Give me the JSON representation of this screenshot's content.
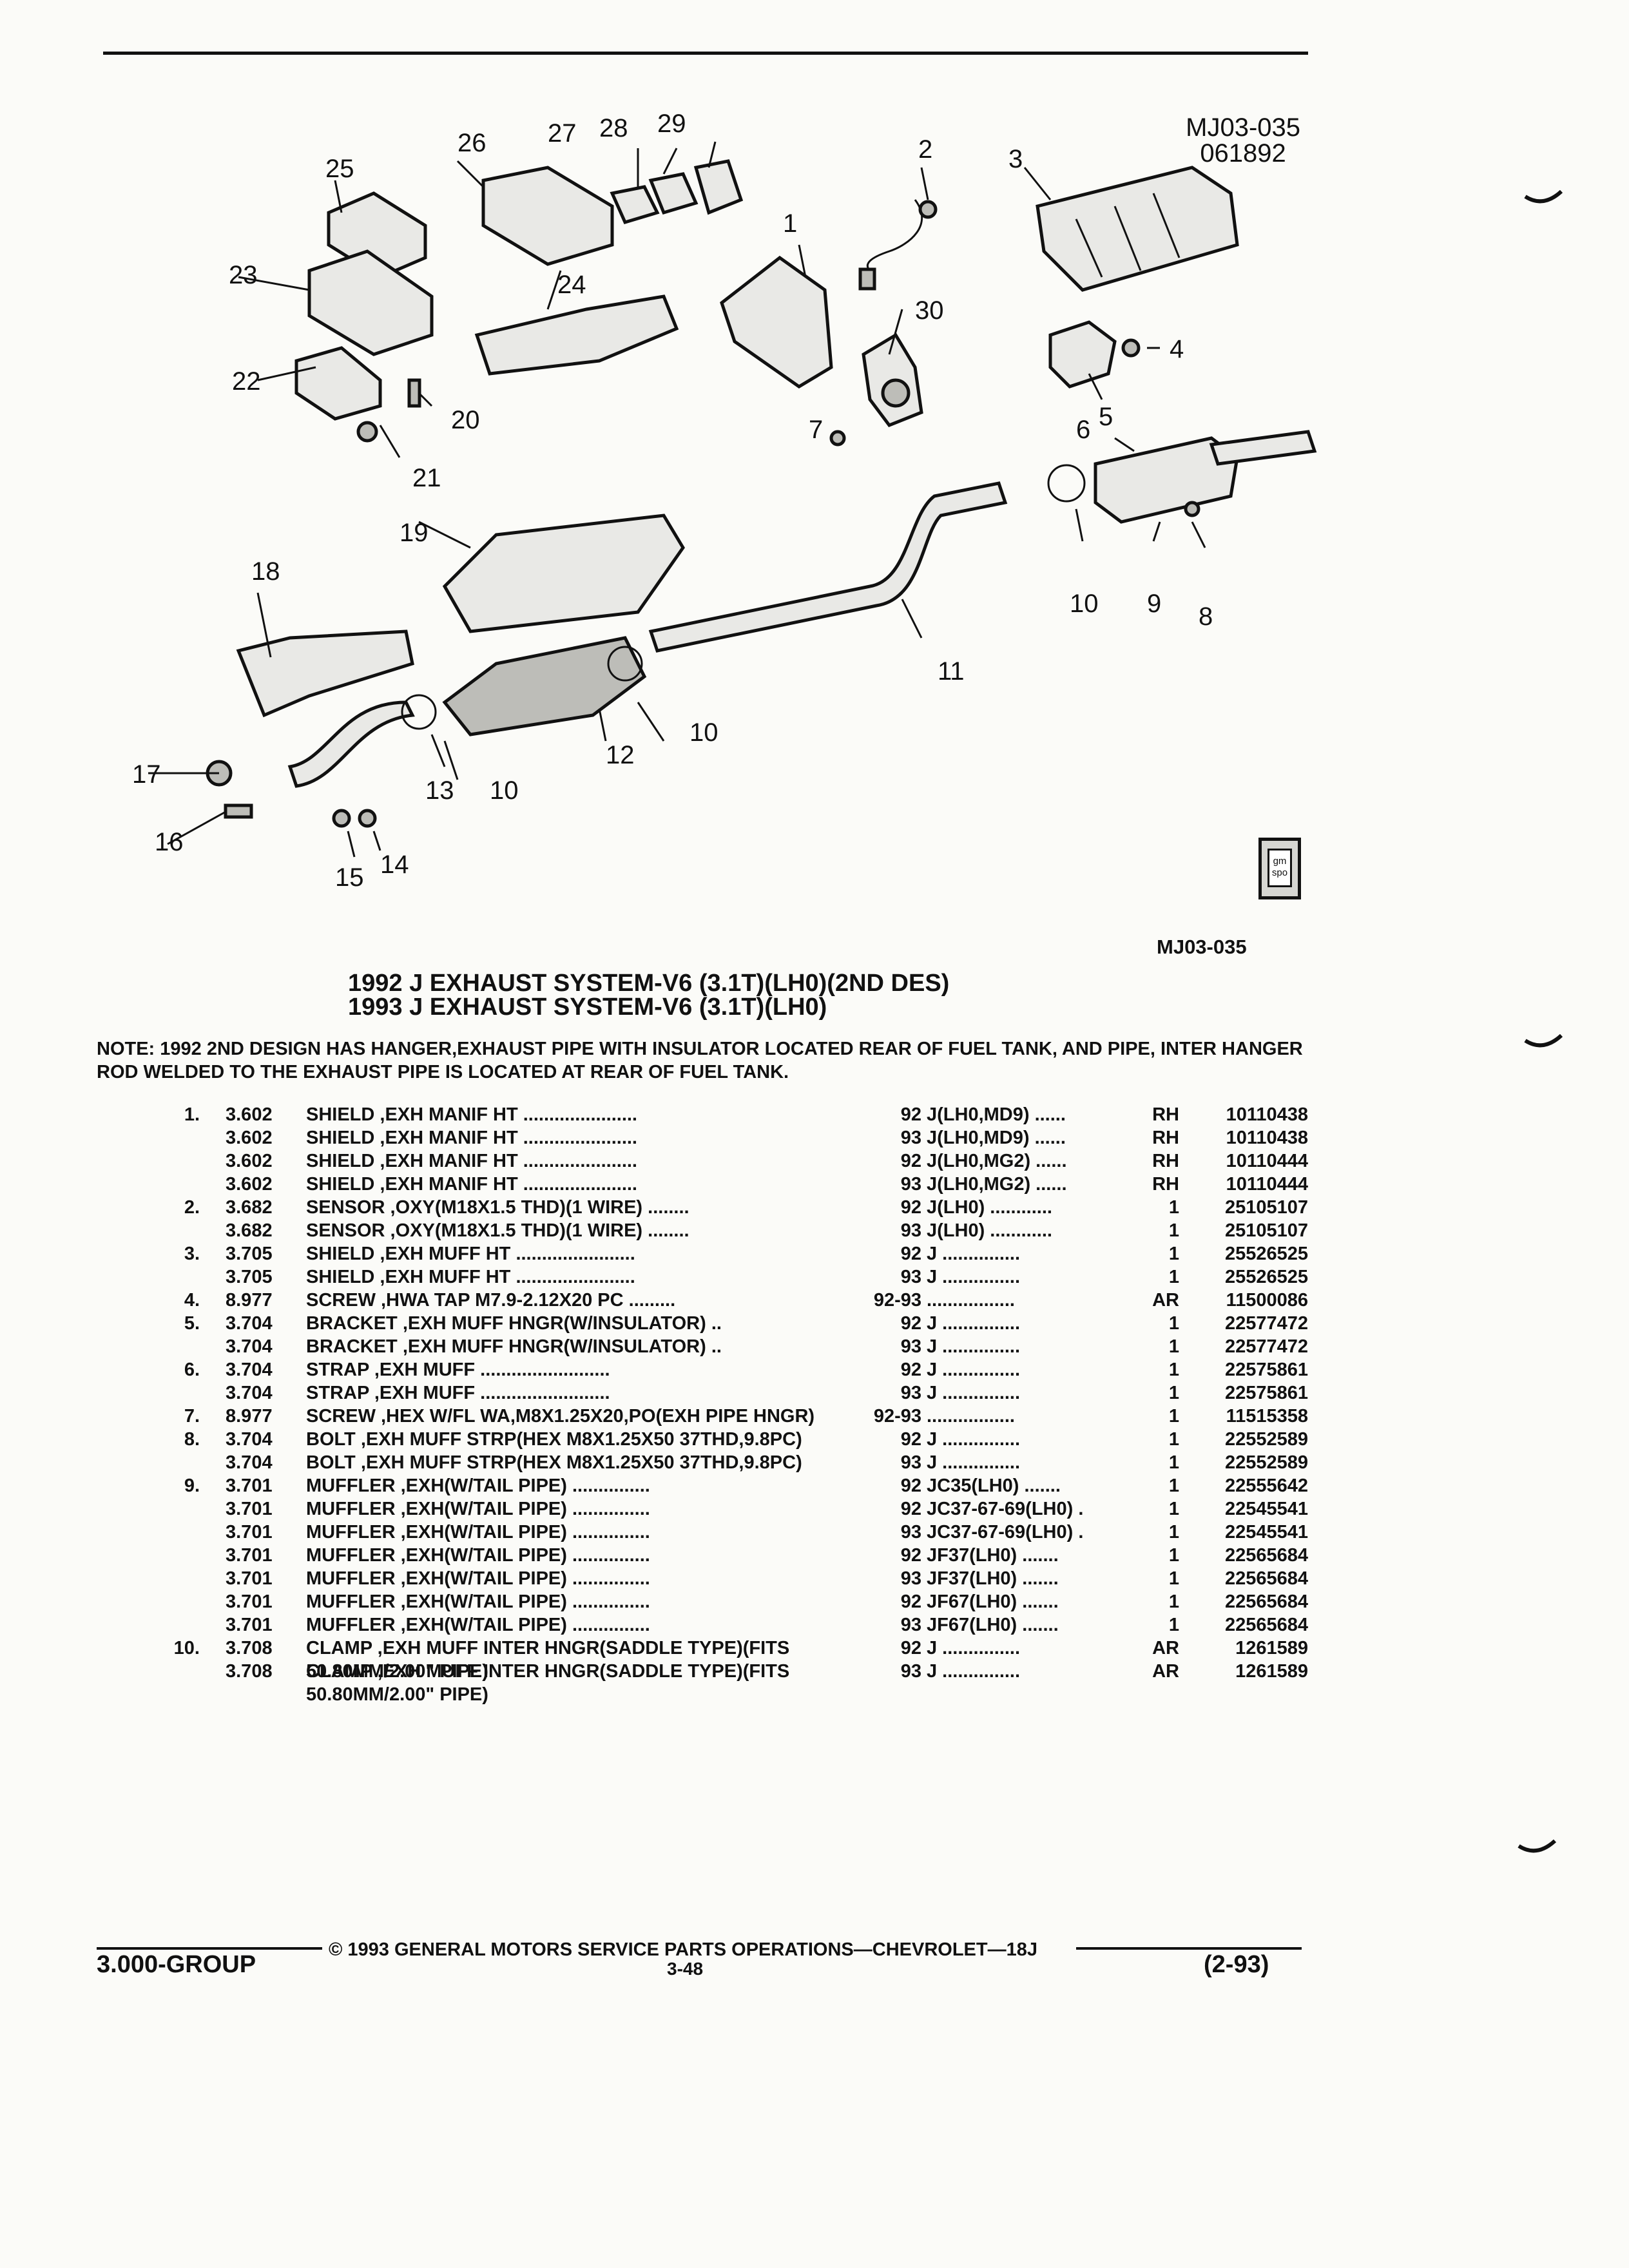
{
  "figure": {
    "ref_code": "MJ03-035",
    "ref_date": "061892",
    "ref_code_small": "MJ03-035",
    "badge": "gm spo"
  },
  "callouts": [
    "1",
    "2",
    "3",
    "4",
    "5",
    "6",
    "7",
    "8",
    "9",
    "10",
    "10",
    "10",
    "11",
    "12",
    "13",
    "14",
    "15",
    "16",
    "17",
    "18",
    "19",
    "20",
    "21",
    "22",
    "23",
    "24",
    "25",
    "26",
    "27",
    "28",
    "29",
    "30"
  ],
  "titles": {
    "line1": "1992 J EXHAUST SYSTEM-V6 (3.1T)(LH0)(2ND DES)",
    "line2": "1993 J EXHAUST SYSTEM-V6 (3.1T)(LH0)"
  },
  "note": "NOTE:  1992 2ND DESIGN HAS HANGER,EXHAUST PIPE WITH INSULATOR LOCATED REAR OF FUEL TANK, AND PIPE, INTER HANGER ROD WELDED TO THE EXHAUST PIPE IS LOCATED AT REAR OF FUEL TANK.",
  "parts": [
    {
      "item": "1.",
      "code": "3.602",
      "desc": "SHIELD ,EXH MANIF HT ......................",
      "year": "92",
      "model": "J(LH0,MD9) ......",
      "qty": "RH",
      "pn": "10110438"
    },
    {
      "item": "",
      "code": "3.602",
      "desc": "SHIELD ,EXH MANIF HT ......................",
      "year": "93",
      "model": "J(LH0,MD9) ......",
      "qty": "RH",
      "pn": "10110438"
    },
    {
      "item": "",
      "code": "3.602",
      "desc": "SHIELD ,EXH MANIF HT ......................",
      "year": "92",
      "model": "J(LH0,MG2) ......",
      "qty": "RH",
      "pn": "10110444"
    },
    {
      "item": "",
      "code": "3.602",
      "desc": "SHIELD ,EXH MANIF HT ......................",
      "year": "93",
      "model": "J(LH0,MG2) ......",
      "qty": "RH",
      "pn": "10110444"
    },
    {
      "item": "2.",
      "code": "3.682",
      "desc": "SENSOR ,OXY(M18X1.5 THD)(1 WIRE) ........",
      "year": "92",
      "model": "J(LH0) ............",
      "qty": "1",
      "pn": "25105107"
    },
    {
      "item": "",
      "code": "3.682",
      "desc": "SENSOR ,OXY(M18X1.5 THD)(1 WIRE) ........",
      "year": "93",
      "model": "J(LH0) ............",
      "qty": "1",
      "pn": "25105107"
    },
    {
      "item": "3.",
      "code": "3.705",
      "desc": "SHIELD ,EXH MUFF HT .......................",
      "year": "92",
      "model": "J ...............",
      "qty": "1",
      "pn": "25526525"
    },
    {
      "item": "",
      "code": "3.705",
      "desc": "SHIELD ,EXH MUFF HT .......................",
      "year": "93",
      "model": "J ...............",
      "qty": "1",
      "pn": "25526525"
    },
    {
      "item": "4.",
      "code": "8.977",
      "desc": "SCREW ,HWA TAP M7.9-2.12X20 PC .........",
      "year": "92-93",
      "model": ".................",
      "qty": "AR",
      "pn": "11500086"
    },
    {
      "item": "5.",
      "code": "3.704",
      "desc": "BRACKET ,EXH MUFF HNGR(W/INSULATOR) ..",
      "year": "92",
      "model": "J ...............",
      "qty": "1",
      "pn": "22577472"
    },
    {
      "item": "",
      "code": "3.704",
      "desc": "BRACKET ,EXH MUFF HNGR(W/INSULATOR) ..",
      "year": "93",
      "model": "J ...............",
      "qty": "1",
      "pn": "22577472"
    },
    {
      "item": "6.",
      "code": "3.704",
      "desc": "STRAP ,EXH MUFF .........................",
      "year": "92",
      "model": "J ...............",
      "qty": "1",
      "pn": "22575861"
    },
    {
      "item": "",
      "code": "3.704",
      "desc": "STRAP ,EXH MUFF .........................",
      "year": "93",
      "model": "J ...............",
      "qty": "1",
      "pn": "22575861"
    },
    {
      "item": "7.",
      "code": "8.977",
      "desc": "SCREW ,HEX W/FL WA,M8X1.25X20,PO(EXH PIPE HNGR)",
      "year": "92-93",
      "model": ".................",
      "qty": "1",
      "pn": "11515358"
    },
    {
      "item": "8.",
      "code": "3.704",
      "desc": "BOLT ,EXH MUFF STRP(HEX M8X1.25X50 37THD,9.8PC)",
      "year": "92",
      "model": "J ...............",
      "qty": "1",
      "pn": "22552589"
    },
    {
      "item": "",
      "code": "3.704",
      "desc": "BOLT ,EXH MUFF STRP(HEX M8X1.25X50 37THD,9.8PC)",
      "year": "93",
      "model": "J ...............",
      "qty": "1",
      "pn": "22552589"
    },
    {
      "item": "9.",
      "code": "3.701",
      "desc": "MUFFLER ,EXH(W/TAIL PIPE) ...............",
      "year": "92",
      "model": "JC35(LH0) .......",
      "qty": "1",
      "pn": "22555642"
    },
    {
      "item": "",
      "code": "3.701",
      "desc": "MUFFLER ,EXH(W/TAIL PIPE) ...............",
      "year": "92",
      "model": "JC37-67-69(LH0) .",
      "qty": "1",
      "pn": "22545541"
    },
    {
      "item": "",
      "code": "3.701",
      "desc": "MUFFLER ,EXH(W/TAIL PIPE) ...............",
      "year": "93",
      "model": "JC37-67-69(LH0) .",
      "qty": "1",
      "pn": "22545541"
    },
    {
      "item": "",
      "code": "3.701",
      "desc": "MUFFLER ,EXH(W/TAIL PIPE) ...............",
      "year": "92",
      "model": "JF37(LH0) .......",
      "qty": "1",
      "pn": "22565684"
    },
    {
      "item": "",
      "code": "3.701",
      "desc": "MUFFLER ,EXH(W/TAIL PIPE) ...............",
      "year": "93",
      "model": "JF37(LH0) .......",
      "qty": "1",
      "pn": "22565684"
    },
    {
      "item": "",
      "code": "3.701",
      "desc": "MUFFLER ,EXH(W/TAIL PIPE) ...............",
      "year": "92",
      "model": "JF67(LH0) .......",
      "qty": "1",
      "pn": "22565684"
    },
    {
      "item": "",
      "code": "3.701",
      "desc": "MUFFLER ,EXH(W/TAIL PIPE) ...............",
      "year": "93",
      "model": "JF67(LH0) .......",
      "qty": "1",
      "pn": "22565684"
    },
    {
      "item": "10.",
      "code": "3.708",
      "desc": "CLAMP ,EXH MUFF INTER HNGR(SADDLE TYPE)(FITS 50.80MM/2.00\" PIPE)",
      "year": "92",
      "model": "J ...............",
      "qty": "AR",
      "pn": "1261589"
    },
    {
      "item": "",
      "code": "3.708",
      "desc": "CLAMP ,EXH MUFF INTER HNGR(SADDLE TYPE)(FITS 50.80MM/2.00\" PIPE)",
      "year": "93",
      "model": "J ...............",
      "qty": "AR",
      "pn": "1261589"
    }
  ],
  "footer": {
    "copyright": "© 1993 GENERAL MOTORS SERVICE PARTS OPERATIONS—CHEVROLET—18J",
    "group": "3.000-GROUP",
    "page": "3-48",
    "date": "(2-93)"
  }
}
